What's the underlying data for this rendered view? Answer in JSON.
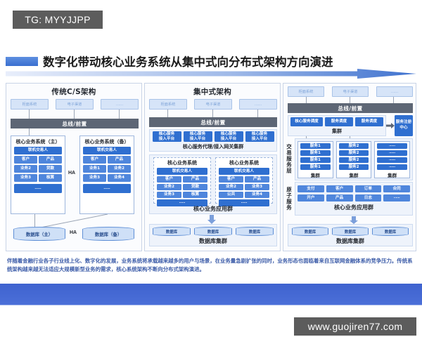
{
  "watermarks": {
    "top": "TG: MYYJJPP",
    "bottom": "www.guojiren77.com"
  },
  "title": "数字化带动核心业务系统从集中式向分布式架构方向演进",
  "panels": {
    "left": {
      "title": "传统C/S架构",
      "channels": [
        "柜面系统",
        "电子渠道",
        "……"
      ],
      "bus": "总线/前置",
      "systems": [
        {
          "name": "核心业务系统（主）",
          "header": "联机交易人",
          "modules": [
            "客户",
            "产品",
            "业务2",
            "贷款",
            "业务3",
            "核算"
          ],
          "more": "……"
        },
        {
          "name": "核心业务系统（备）",
          "header": "联机交易人",
          "modules": [
            "客户",
            "产品",
            "业务1",
            "业务2",
            "业务3",
            "业务4"
          ],
          "more": "……"
        }
      ],
      "ha_top": "HA",
      "ha_bottom": "HA",
      "databases": [
        "数据库（主）",
        "数据库（备）"
      ]
    },
    "mid": {
      "title": "集中式架构",
      "channels": [
        "柜面系统",
        "电子渠道",
        "……"
      ],
      "bus": "总线/前置",
      "gateways": [
        "核心服务\n接入平台",
        "核心服务\n接入平台",
        "核心服务\n接入平台",
        "核心服务\n接入平台"
      ],
      "gateway_label": "核心服务代理/接入网关集群",
      "systems": [
        {
          "name": "核心业务系统",
          "header": "联机交易人",
          "modules": [
            "客户",
            "产品",
            "业务2",
            "贷款",
            "业务3",
            "核算"
          ],
          "more": "……"
        },
        {
          "name": "核心业务系统",
          "header": "联机交易人",
          "modules": [
            "客户",
            "产品",
            "业务2",
            "业务3",
            "公共",
            "业务4"
          ],
          "more": "……"
        }
      ],
      "app_cluster_label": "核心业务应用群",
      "databases": [
        "数据库",
        "数据库",
        "数据库"
      ],
      "db_cluster_label": "数据库集群"
    },
    "right": {
      "channels": [
        "柜面系统",
        "电子渠道",
        "……"
      ],
      "bus": "总线/前置",
      "dispatchers": [
        "核心服务调度",
        "服务调度",
        "服务调度"
      ],
      "dispatcher_cluster": "集群",
      "registry": "服务注册中心",
      "layer_label_tx": "交易服务层",
      "layer_label_atom": "原子服务",
      "service_groups": [
        {
          "items": [
            "服务1",
            "服务1",
            "服务1",
            "服务1"
          ],
          "label": "集群"
        },
        {
          "items": [
            "服务2",
            "服务2",
            "服务2",
            "服务2"
          ],
          "label": "集群"
        },
        {
          "items": [
            "……",
            "……",
            "……",
            "……"
          ],
          "label": "集群"
        }
      ],
      "atomic_services_row1": [
        "支付",
        "客户",
        "订单",
        "合同"
      ],
      "atomic_services_row2": [
        "开户",
        "产品",
        "日志",
        "……"
      ],
      "app_cluster_label": "核心业务应用群",
      "databases": [
        "数据库",
        "数据库",
        "数据库"
      ],
      "db_cluster_label": "数据库集群"
    }
  },
  "description": "伴随着金融行业各子行业线上化、数字化的发展，业务系统将承载越来越多的用户与场景，在业务量急剧扩张的同时，业务形态也面临着来自互联网金融体系的竞争压力。传统系统架构越来越无法适应大规模新型业务的需求，核心系统架构不断向分布式架构演进。",
  "colors": {
    "accent_blue": "#3a6fd0",
    "bus_gray": "#5d6675",
    "box_blue": "#2f6fd0",
    "channel_blue": "#d6e4f8",
    "text_blue": "#3b5ba8"
  }
}
